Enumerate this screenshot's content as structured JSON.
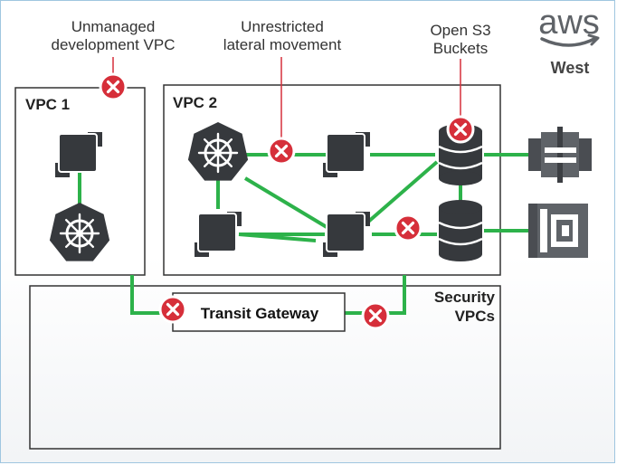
{
  "brand": {
    "logo_text": "aws",
    "region": "West"
  },
  "annotations": {
    "unmanaged_line1": "Unmanaged",
    "unmanaged_line2": "development VPC",
    "lateral_line1": "Unrestricted",
    "lateral_line2": "lateral movement",
    "s3_line1": "Open S3",
    "s3_line2": "Buckets"
  },
  "vpcs": {
    "vpc1": "VPC 1",
    "vpc2": "VPC 2",
    "security_line1": "Security",
    "security_line2": "VPCs"
  },
  "gateway": {
    "label": "Transit Gateway"
  },
  "colors": {
    "connection": "#2db24a",
    "risk": "#d62f3a",
    "node": "#36393d",
    "box_border": "#333333",
    "aws_gray": "#5f6368"
  },
  "icons": {
    "kubernetes": "kubernetes-helm-icon",
    "instance": "ec2-instance-icon",
    "database": "s3-database-icon",
    "api": "api-gateway-icon",
    "lambda": "lambda-icon",
    "risk": "red-x-icon"
  }
}
